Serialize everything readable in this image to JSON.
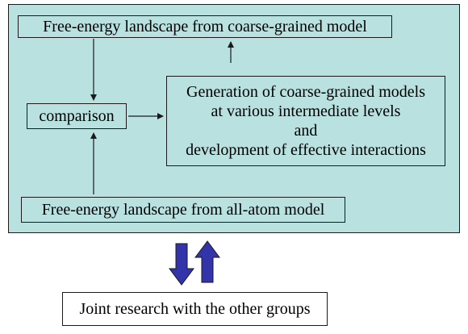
{
  "diagram": {
    "top_box_label": "Free-energy landscape from coarse-grained model",
    "comparison_label": "comparison",
    "generation_lines": [
      "Generation of coarse-grained models",
      "at various intermediate levels",
      "and",
      "development of effective interactions"
    ],
    "all_atom_label": "Free-energy landscape from all-atom model",
    "joint_research_label": "Joint research with the other groups"
  },
  "colors": {
    "panel_background": "#b8e1e0",
    "big_arrow_fill": "#3333aa",
    "line_color": "#1a1a1a"
  }
}
